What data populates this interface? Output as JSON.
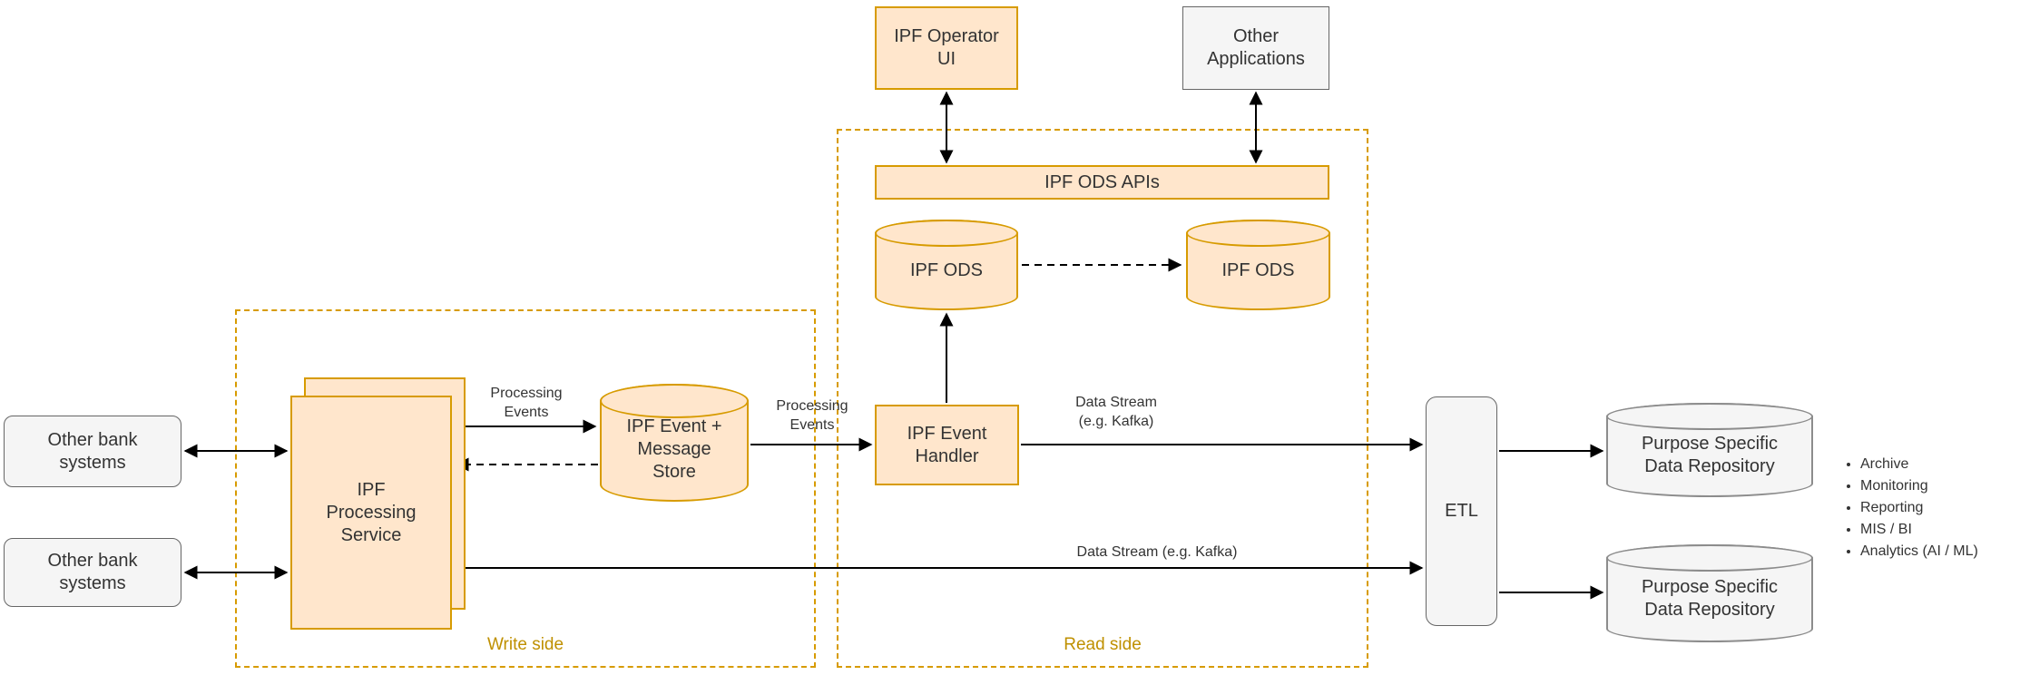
{
  "nodes": {
    "operator_ui": {
      "label": "IPF Operator UI"
    },
    "other_apps": {
      "label": "Other Applications"
    },
    "ods_apis": {
      "label": "IPF ODS APIs"
    },
    "ods_left": {
      "label": "IPF ODS"
    },
    "ods_right": {
      "label": "IPF ODS"
    },
    "bank_1": {
      "label": "Other bank systems"
    },
    "bank_2": {
      "label": "Other bank systems"
    },
    "processing_service": {
      "label": "IPF Processing Service"
    },
    "event_store": {
      "label": "IPF Event + Message Store"
    },
    "event_handler": {
      "label": "IPF Event Handler"
    },
    "etl": {
      "label": "ETL"
    },
    "repo_1": {
      "label": "Purpose Specific Data Repository"
    },
    "repo_2": {
      "label": "Purpose Specific Data Repository"
    }
  },
  "zones": {
    "write_side": {
      "label": "Write side"
    },
    "read_side": {
      "label": "Read side"
    }
  },
  "edges": {
    "processing_events_out": {
      "label": "Processing Events"
    },
    "processing_events_in": {
      "label": "Processing Events"
    },
    "data_stream_read": {
      "label": "Data Stream (e.g. Kafka)"
    },
    "data_stream_write": {
      "label": "Data Stream (e.g. Kafka)"
    }
  },
  "purposes": [
    "Archive",
    "Monitoring",
    "Reporting",
    "MIS / BI",
    "Analytics (AI / ML)"
  ],
  "colors": {
    "node_orange_fill": "#FFE6CC",
    "node_orange_stroke": "#D79B00",
    "node_gray_fill": "#F5F5F5",
    "node_gray_stroke": "#666666",
    "zone_stroke": "#D79B00",
    "zone_label_color": "#BF9000",
    "edge_stroke": "#000000"
  }
}
